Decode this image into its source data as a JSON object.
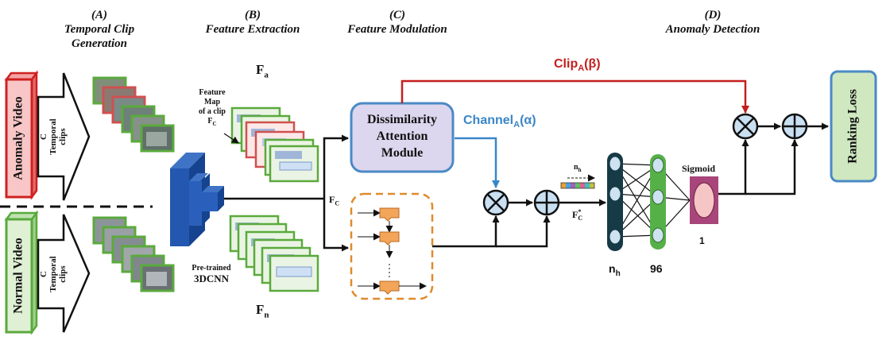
{
  "sections": {
    "a_letter": "(A)",
    "a_title_1": "Temporal Clip",
    "a_title_2": "Generation",
    "b_letter": "(B)",
    "b_title": "Feature Extraction",
    "c_letter": "(C)",
    "c_title": "Feature Modulation",
    "d_letter": "(D)",
    "d_title": "Anomaly Detection"
  },
  "videos": {
    "anomaly": "Anomaly Video",
    "normal": "Normal Video",
    "arrow_text_1": "C",
    "arrow_text_2": "Temporal",
    "arrow_text_3": "clips"
  },
  "features": {
    "fa_main": "F",
    "fa_sub": "a",
    "fn_main": "F",
    "fn_sub": "n",
    "map_1": "Feature",
    "map_2": "Map",
    "map_3": "of a clip",
    "map_fc": "F",
    "map_fc_sub": "C",
    "pretrained_1": "Pre-trained",
    "pretrained_2": "3DCNN",
    "fc_main": "F",
    "fc_sub": "C"
  },
  "modulation": {
    "dam_1": "Dissimilarity",
    "dam_2": "Attention",
    "dam_3": "Module",
    "channel_main": "Channel",
    "channel_sub": "A",
    "channel_arg": "(α)",
    "clip_main": "Clip",
    "clip_sub": "A",
    "clip_arg": "(β)",
    "nh_block": "n",
    "nh_block_sub": "h",
    "fcstar_main": "F",
    "fcstar_sup": "*",
    "fcstar_sub": "C"
  },
  "detection": {
    "nh_top": "n",
    "nh_top_sub": "h",
    "layer1_main": "n",
    "layer1_sub": "h",
    "layer2": "96",
    "layer3": "1",
    "sigmoid": "Sigmoid",
    "ranking_loss": "Ranking Loss"
  },
  "colors": {
    "anomaly_red": "#d02020",
    "normal_green": "#5aaa3c",
    "dam_fill": "#dcd6ee",
    "dam_stroke": "#4a8ac4",
    "channel_blue": "#3a86c8",
    "clip_red": "#c41e1e",
    "ranking_fill": "#cfe8c0",
    "ranking_stroke": "#4a8ac4",
    "orange": "#e08a2c",
    "dark_node": "#163a46",
    "green_node": "#55b048",
    "sigmoid_box": "#a8457a",
    "sigmoid_ellipse": "#f6c6c6"
  }
}
